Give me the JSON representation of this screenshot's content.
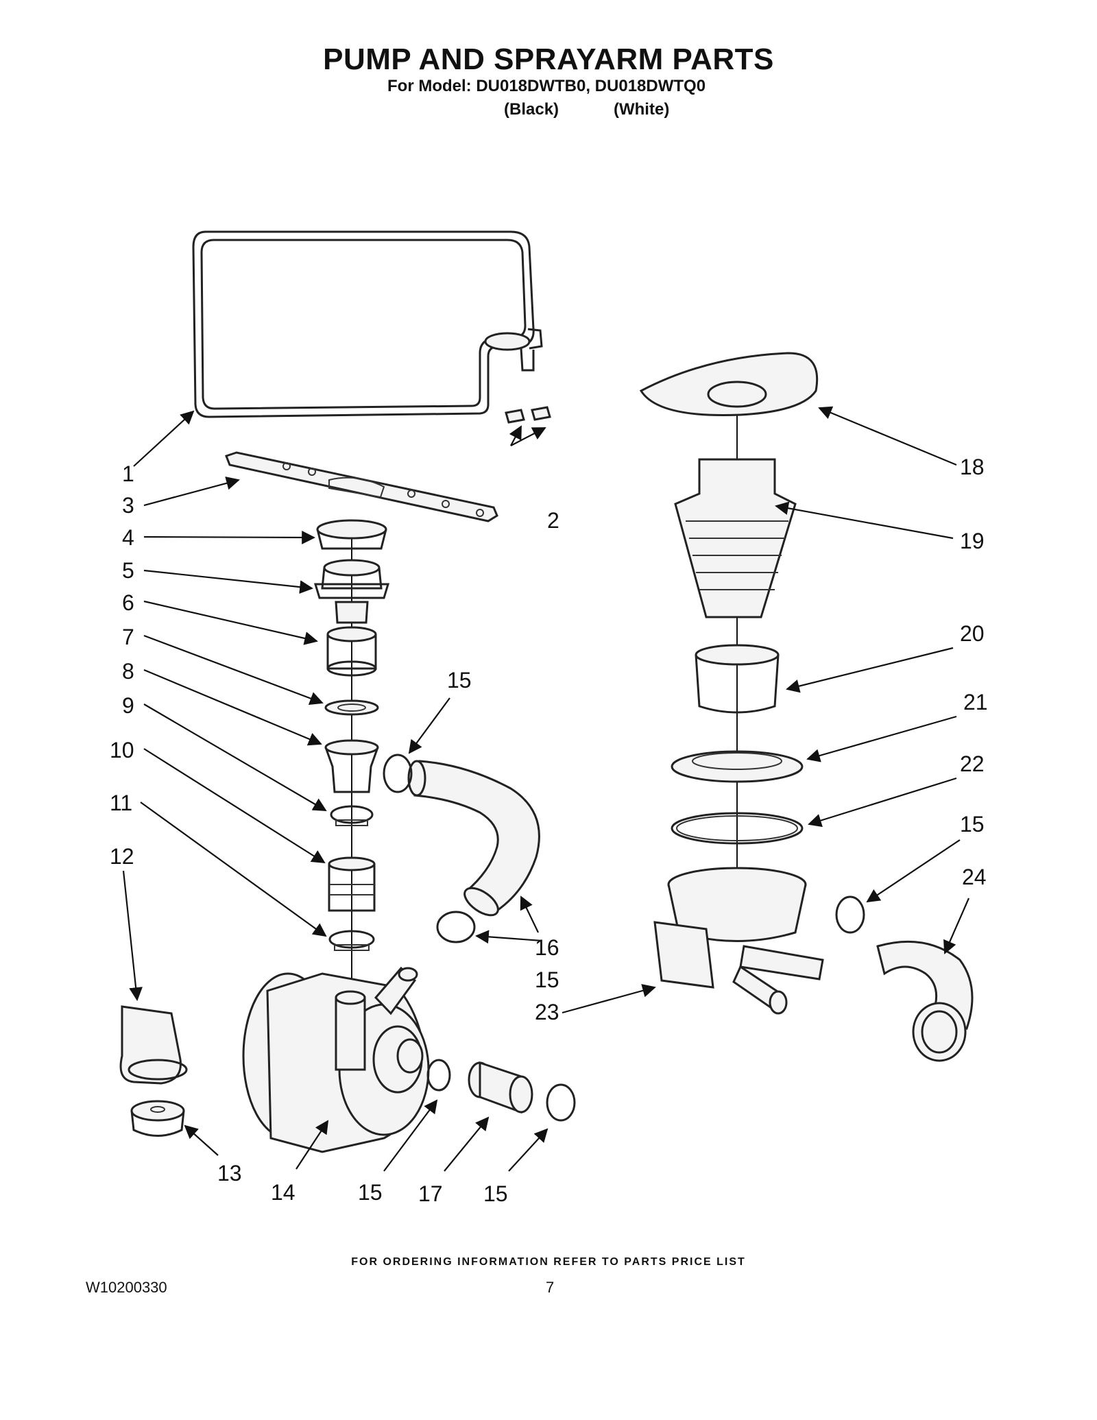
{
  "header": {
    "title": "PUMP AND SPRAYARM PARTS",
    "model_line": "For Model: DU018DWTB0, DU018DWTQ0",
    "color_black": "(Black)",
    "color_white": "(White)"
  },
  "callouts": [
    "1",
    "2",
    "3",
    "4",
    "5",
    "6",
    "7",
    "8",
    "9",
    "10",
    "11",
    "12",
    "13",
    "14",
    "15",
    "16",
    "17",
    "18",
    "19",
    "20",
    "21",
    "22",
    "23",
    "24"
  ],
  "footer": {
    "ordering_note": "FOR ORDERING INFORMATION REFER TO PARTS PRICE LIST",
    "doc_number": "W10200330",
    "page_number": "7"
  }
}
